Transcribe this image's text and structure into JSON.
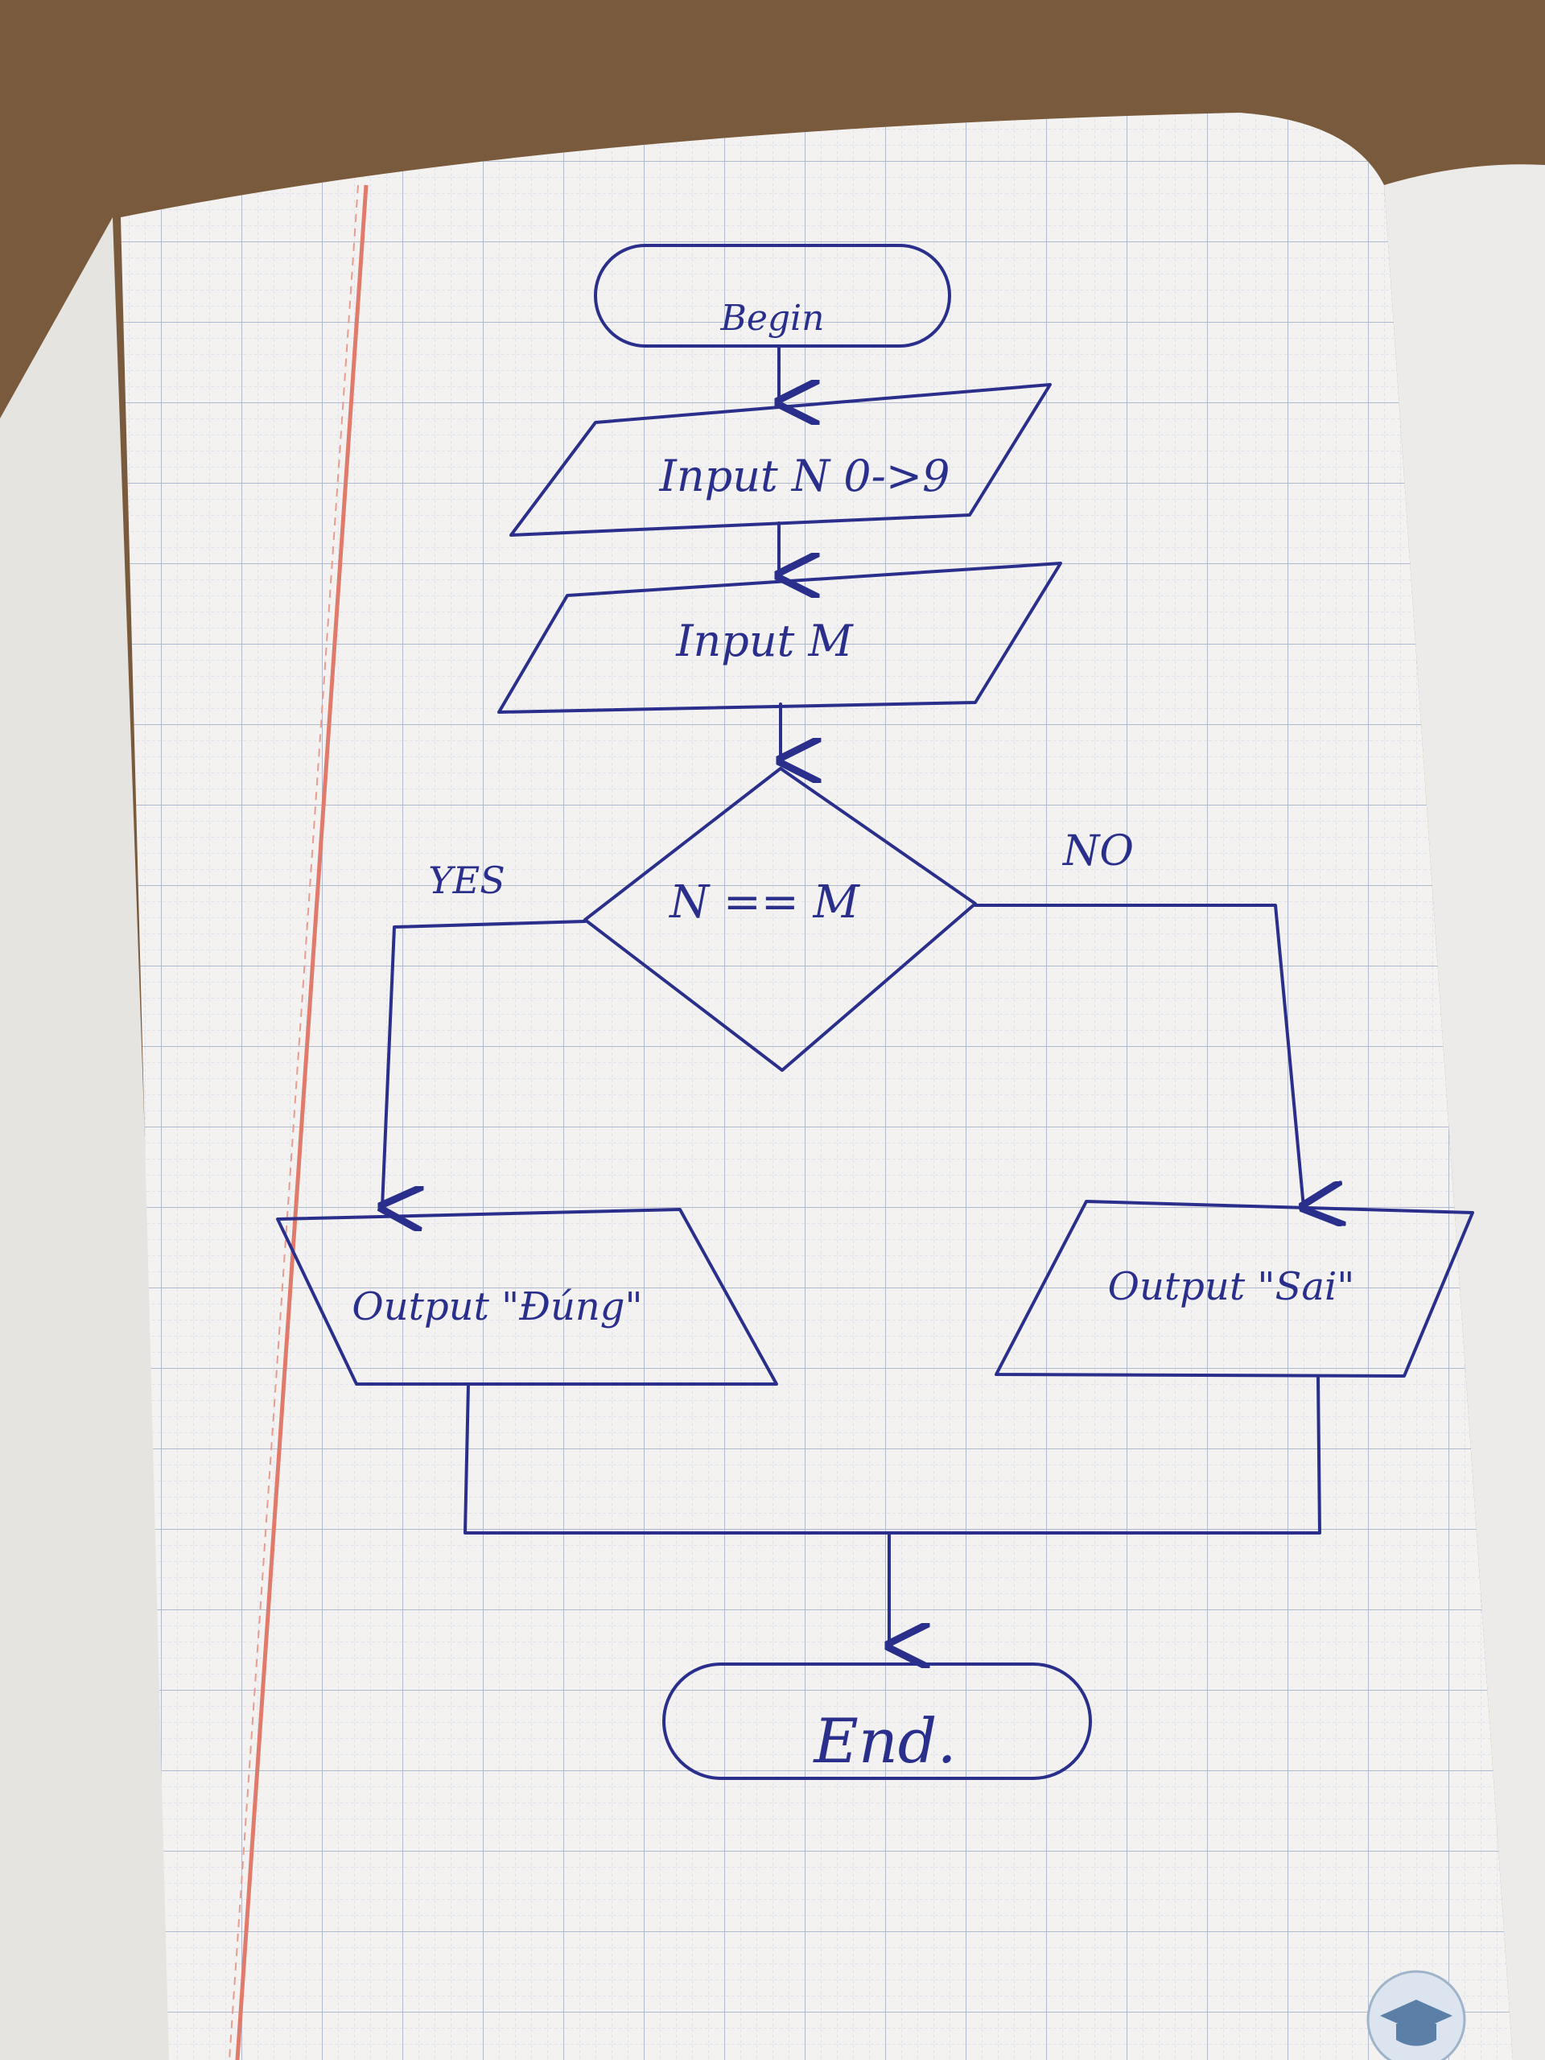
{
  "flowchart": {
    "begin": "Begin",
    "input_n": "Input N 0->9",
    "input_m": "Input M",
    "decision": "N == M",
    "yes_label": "YES",
    "no_label": "NO",
    "output_yes": "Output \"Đúng\"",
    "output_no": "Output \"Sai\"",
    "end": "End."
  },
  "colors": {
    "ink": "#2b2f8c",
    "paper": "#f3f2f0",
    "grid": "#b9c3d6",
    "margin_line": "#e07a6a",
    "table": "#7a5a3c"
  }
}
